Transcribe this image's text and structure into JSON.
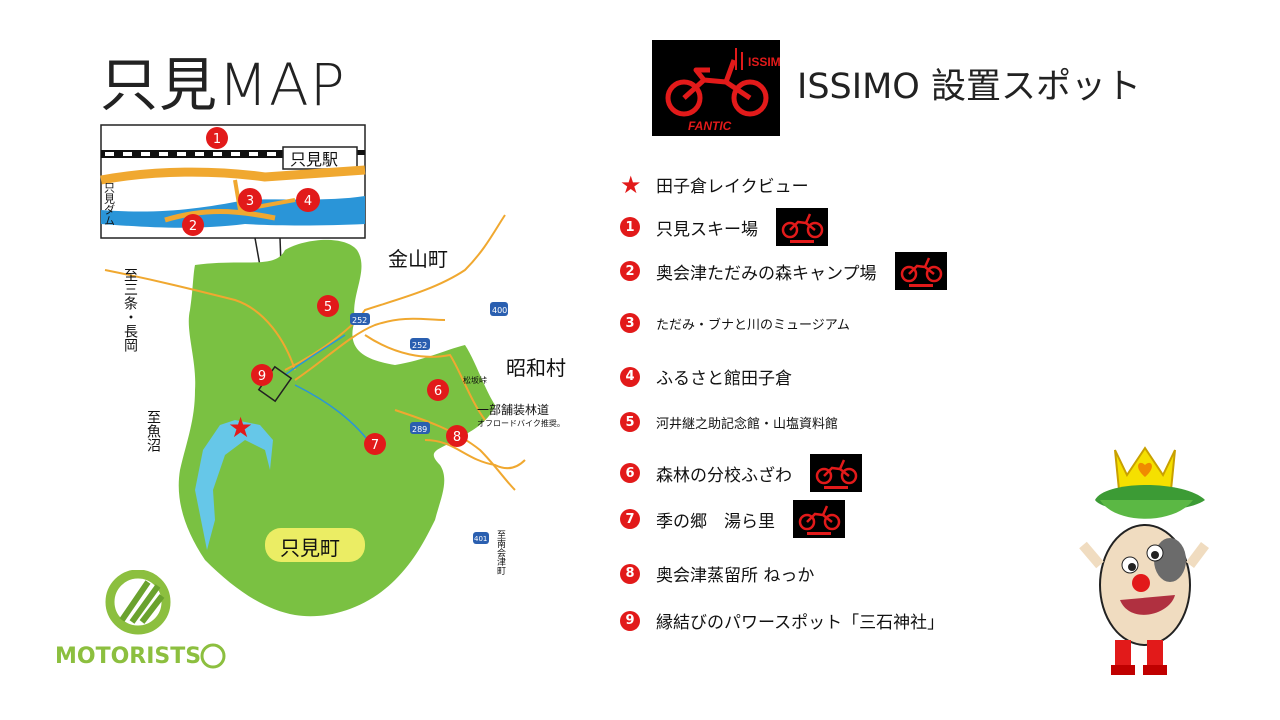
{
  "map_title": "只見MAP",
  "spots_title": "ISSIMO 設置スポット",
  "legend": {
    "star_label": "田子倉レイクビュー",
    "items": [
      {
        "num": "1",
        "label": "只見スキー場",
        "logo": true
      },
      {
        "num": "2",
        "label": "奥会津ただみの森キャンプ場",
        "logo": true
      },
      {
        "num": "3",
        "label": "ただみ・ブナと川のミュージアム",
        "logo": false
      },
      {
        "num": "4",
        "label": "ふるさと館田子倉",
        "logo": false
      },
      {
        "num": "5",
        "label": "河井継之助記念館・山塩資料館",
        "logo": false
      },
      {
        "num": "6",
        "label": "森林の分校ふざわ",
        "logo": true
      },
      {
        "num": "7",
        "label": "季の郷　湯ら里",
        "logo": true
      },
      {
        "num": "8",
        "label": "奥会津蒸留所 ねっか",
        "logo": false
      },
      {
        "num": "9",
        "label": "縁結びのパワースポット「三石神社」",
        "logo": false
      }
    ]
  },
  "map": {
    "town_label": "只見町",
    "kaneyama_label": "金山町",
    "showa_label": "昭和村",
    "sanjo_label": "至三条・長岡",
    "uonuma_label": "至魚沼",
    "minamiaizu_label": "至南会津町",
    "station_label": "只見駅",
    "dam_label": "只見ダム",
    "route_a": "252",
    "route_b": "400",
    "route_c": "252",
    "route_d": "289",
    "route_e": "401",
    "rindo_label": "一部舗装林道",
    "rindo_sub": "オフロードバイク推奨。",
    "matsuzaka_label": "松坂峠"
  },
  "issimo_logo_text": "ISSIMO",
  "fantic_text": "FANTIC",
  "motorists_text": "MOTORISTS",
  "colors": {
    "green": "#7ac142",
    "red": "#e21a1a",
    "road": "#f0a830",
    "water": "#66c7e8",
    "river_blue": "#2a95d8"
  }
}
